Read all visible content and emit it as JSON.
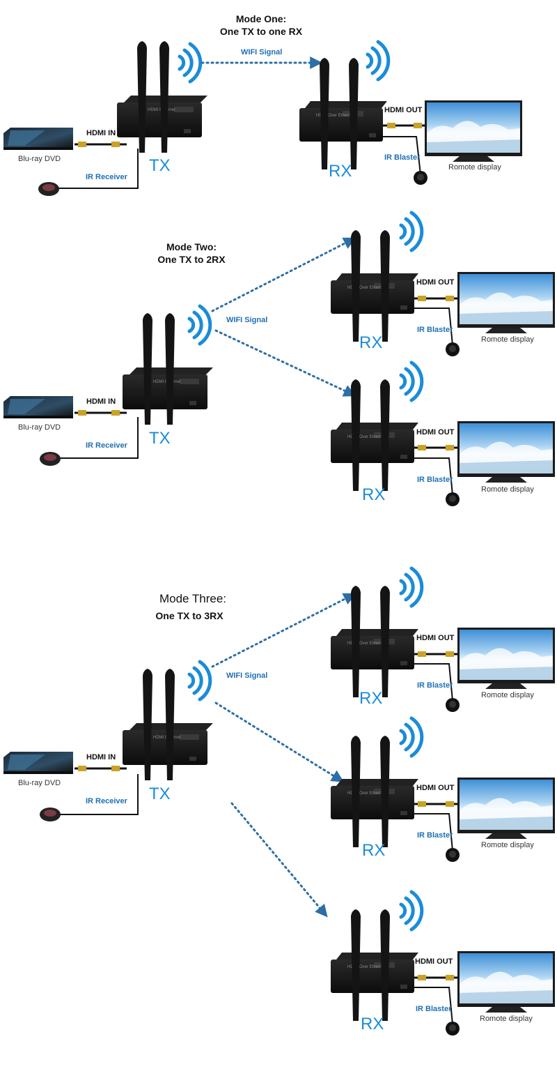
{
  "colors": {
    "signal": "#1a8cd8",
    "arrow": "#2b6ea8",
    "label_blue": "#1f6fb3",
    "device": "#161616"
  },
  "mode1": {
    "title_line1": "Mode One:",
    "title_line2": "One TX to one RX",
    "wifi_label": "WIFI Signal",
    "tx": {
      "label": "TX",
      "hdmi_in": "HDMI IN",
      "ir_receiver": "IR Receiver",
      "source": "Blu-ray DVD"
    },
    "rx": [
      {
        "label": "RX",
        "hdmi_out": "HDMI OUT",
        "ir_blaster": "IR Blaster",
        "display": "Romote display"
      }
    ]
  },
  "mode2": {
    "title_line1": "Mode Two:",
    "title_line2": "One TX to 2RX",
    "wifi_label": "WIFI Signal",
    "tx": {
      "label": "TX",
      "hdmi_in": "HDMI IN",
      "ir_receiver": "IR Receiver",
      "source": "Blu-ray DVD"
    },
    "rx": [
      {
        "label": "RX",
        "hdmi_out": "HDMI OUT",
        "ir_blaster": "IR Blaster",
        "display": "Romote display"
      },
      {
        "label": "RX",
        "hdmi_out": "HDMI OUT",
        "ir_blaster": "IR Blaster",
        "display": "Romote display"
      }
    ]
  },
  "mode3": {
    "title_line1": "Mode Three:",
    "title_line2": "One TX to 3RX",
    "wifi_label": "WIFI Signal",
    "tx": {
      "label": "TX",
      "hdmi_in": "HDMI IN",
      "ir_receiver": "IR Receiver",
      "source": "Blu-ray DVD"
    },
    "rx": [
      {
        "label": "RX",
        "hdmi_out": "HDMI OUT",
        "ir_blaster": "IR Blaster",
        "display": "Romote display"
      },
      {
        "label": "RX",
        "hdmi_out": "HDMI OUT",
        "ir_blaster": "IR Blaster",
        "display": "Romote display"
      },
      {
        "label": "RX",
        "hdmi_out": "HDMI OUT",
        "ir_blaster": "IR Blaster",
        "display": "Romote display"
      }
    ]
  }
}
